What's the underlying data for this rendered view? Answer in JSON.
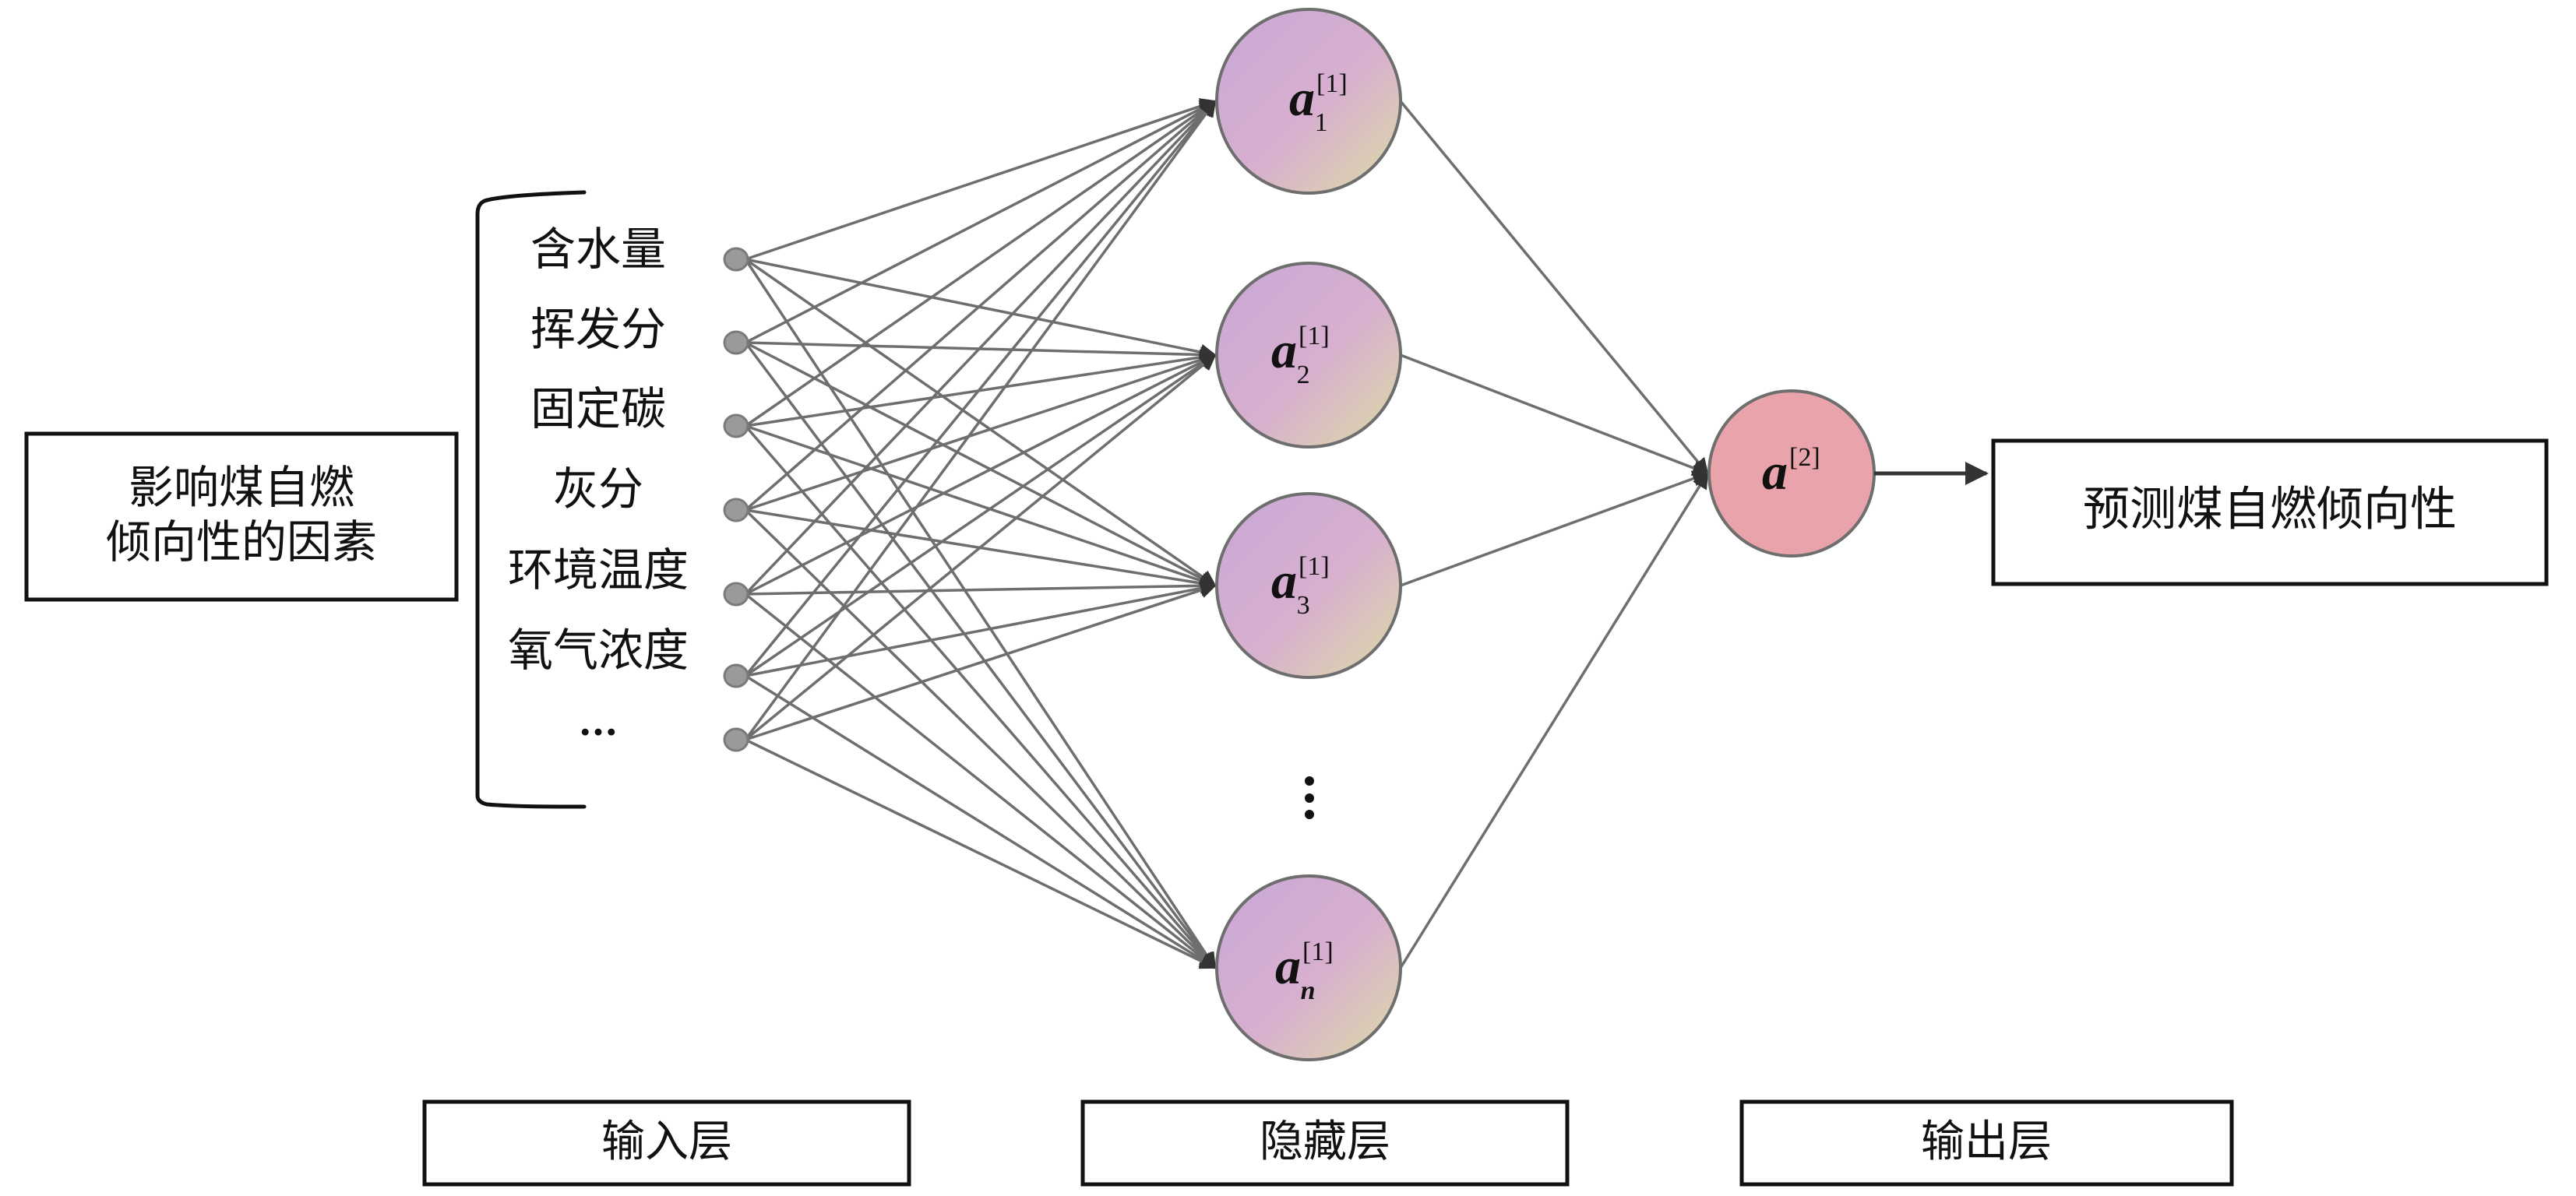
{
  "left_box": {
    "lines": [
      "影响煤自燃",
      "倾向性的因素"
    ]
  },
  "inputs": [
    {
      "label": "含水量"
    },
    {
      "label": "挥发分"
    },
    {
      "label": "固定碳"
    },
    {
      "label": "灰分"
    },
    {
      "label": "环境温度"
    },
    {
      "label": "氧气浓度"
    },
    {
      "label": "···"
    }
  ],
  "hidden": [
    {
      "base": "a",
      "sub": "1",
      "sup": "[1]"
    },
    {
      "base": "a",
      "sub": "2",
      "sup": "[1]"
    },
    {
      "base": "a",
      "sub": "3",
      "sup": "[1]"
    },
    {
      "base": "a",
      "sub": "n",
      "sup": "[1]"
    }
  ],
  "hidden_ellipsis": "⋮",
  "output": {
    "base": "a",
    "sup": "[2]"
  },
  "result_box": {
    "label": "预测煤自燃倾向性"
  },
  "layer_labels": {
    "input": "输入层",
    "hidden": "隐藏层",
    "output": "输出层"
  },
  "colors": {
    "hidden_fill_start": "#c8a8d6",
    "hidden_fill_mid": "#d8b0cf",
    "hidden_fill_end": "#dcd9a8",
    "output_fill": "#e8a4aa",
    "input_node_fill": "#9a9a9a",
    "edge": "#6e6e6e",
    "arrowhead": "#333333"
  }
}
